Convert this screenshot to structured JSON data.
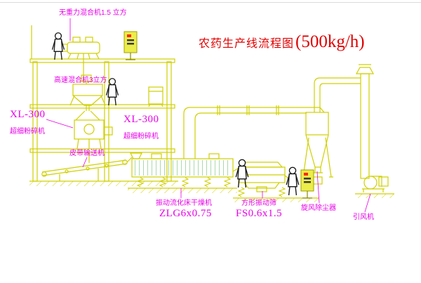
{
  "title": {
    "text": "农药生产线流程图",
    "capacity": "(500kg/h)"
  },
  "equipment_labels": {
    "gravity_mixer": "无重力混合机1.5 立方",
    "high_speed_mixer": "高速混合机3立方",
    "crusher_left": {
      "model": "XL-300",
      "name": "超细粉碎机"
    },
    "crusher_mid": {
      "model": "XL-300",
      "name": "超细粉碎机"
    },
    "belt_conveyor": "皮带输送机",
    "fluid_bed_dryer": {
      "name": "振动流化床干燥机",
      "model": "ZLG6x0.75"
    },
    "vibrating_screen": {
      "name": "方形振动筛",
      "model": "FS0.6x1.5"
    },
    "cyclone": "旋风除尘器",
    "induced_draft_fan": "引风机"
  },
  "colors": {
    "machine_outline": "#d0d000",
    "machine_accent": "#00a000",
    "label_text": "#e800e8",
    "title_text": "#e00000",
    "figure_outline": "#161616",
    "cabinet_fill": "#ecec4a",
    "button_red": "#ff2a00"
  }
}
